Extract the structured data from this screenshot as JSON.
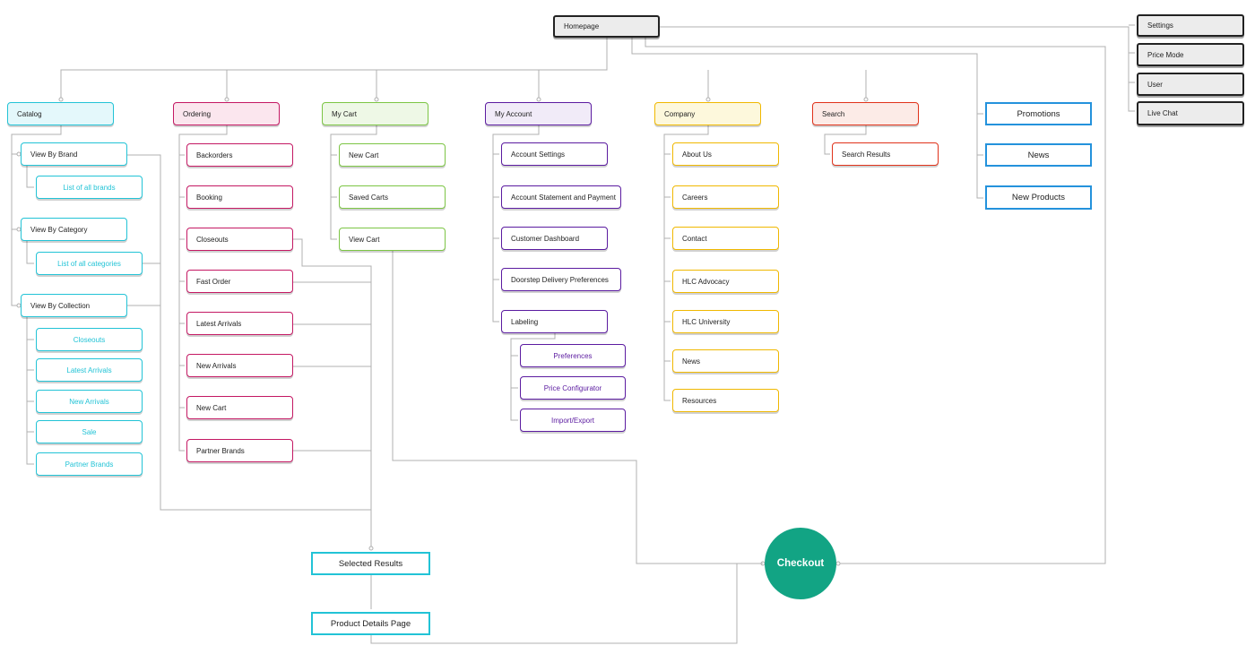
{
  "colors": {
    "gray": "#222222",
    "cyan": "#22c3d6",
    "magenta": "#c41863",
    "green": "#7cc544",
    "purple": "#5b1ba0",
    "yellow": "#f0b800",
    "red": "#e0321a",
    "blue": "#2492dc",
    "checkout": "#12a484",
    "connector": "#b0b0b0"
  },
  "nodes": {
    "homepage": "Homepage",
    "settings": "Settings",
    "price_mode": "Price Mode",
    "user": "User",
    "live_chat": "Live Chat",
    "catalog": "Catalog",
    "view_by_brand": "View By Brand",
    "list_all_brands": "List of all brands",
    "view_by_category": "View By Category",
    "list_all_categories": "List of all categories",
    "view_by_collection": "View By Collection",
    "coll_closeouts": "Closeouts",
    "coll_latest_arrivals": "Latest Arrivals",
    "coll_new_arrivals": "New Arrivals",
    "coll_sale": "Sale",
    "coll_partner_brands": "Partner Brands",
    "ordering": "Ordering",
    "ord_backorders": "Backorders",
    "ord_booking": "Booking",
    "ord_closeouts": "Closeouts",
    "ord_fast_order": "Fast Order",
    "ord_latest_arrivals": "Latest Arrivals",
    "ord_new_arrivals": "New Arrivals",
    "ord_new_cart": "New Cart",
    "ord_partner_brands": "Partner Brands",
    "my_cart": "My Cart",
    "cart_new_cart": "New Cart",
    "cart_saved_carts": "Saved Carts",
    "cart_view_cart": "View Cart",
    "my_account": "My Account",
    "acc_settings": "Account Settings",
    "acc_statement": "Account Statement and Payment",
    "acc_dashboard": "Customer Dashboard",
    "acc_doorstep": "Doorstep Delivery Preferences",
    "acc_labeling": "Labeling",
    "lab_preferences": "Preferences",
    "lab_price_configurator": "Price Configurator",
    "lab_import_export": "Import/Export",
    "company": "Company",
    "co_about": "About Us",
    "co_careers": "Careers",
    "co_contact": "Contact",
    "co_hlc_advocacy": "HLC Advocacy",
    "co_hlc_university": "HLC University",
    "co_news": "News",
    "co_resources": "Resources",
    "search": "Search",
    "search_results": "Search Results",
    "promotions": "Promotions",
    "news": "News",
    "new_products": "New Products",
    "selected_results": "Selected Results",
    "product_details": "Product Details Page",
    "checkout": "Checkout"
  }
}
